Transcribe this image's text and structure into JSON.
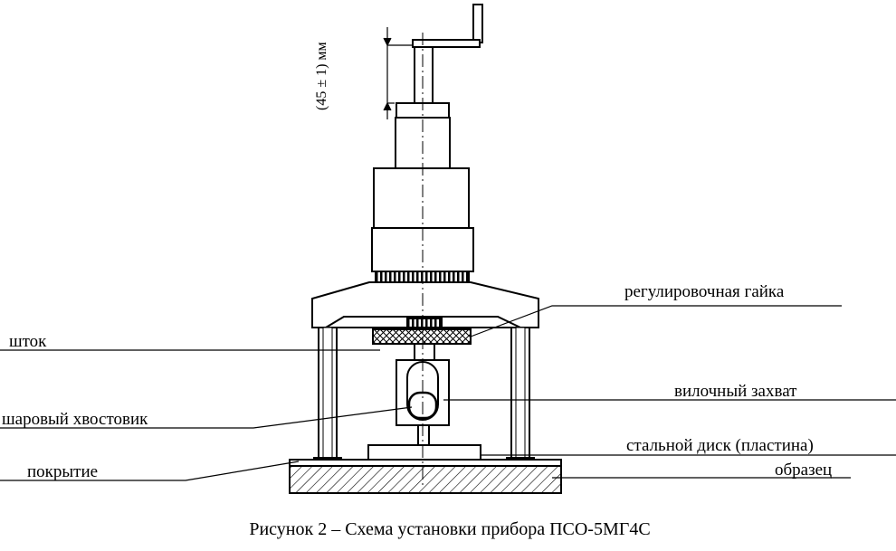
{
  "diagram": {
    "labels": {
      "adjusting_nut": "регулировочная гайка",
      "rod": "шток",
      "fork_grip": "вилочный захват",
      "ball_shank": "шаровый хвостовик",
      "steel_disc": "стальной диск (пластина)",
      "coating": "покрытие",
      "sample": "образец"
    },
    "dimension": "(45 ± 1) мм",
    "caption": "Рисунок 2 – Схема установки прибора ПСО-5МГ4С"
  }
}
